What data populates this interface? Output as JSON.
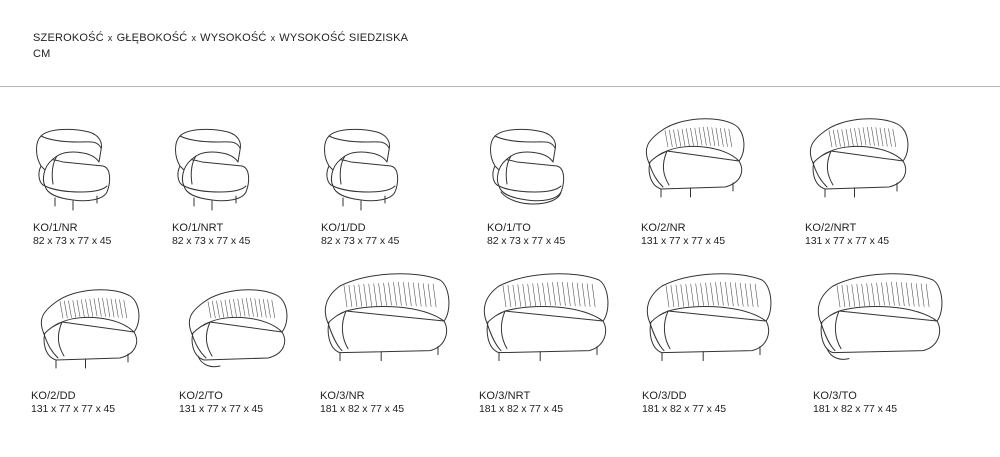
{
  "header": {
    "dims": [
      "SZEROKOŚĆ",
      "GŁĘBOKOŚĆ",
      "WYSOKOŚĆ",
      "WYSOKOŚĆ SIEDZISKA"
    ],
    "separator": "x",
    "unit": "CM"
  },
  "products": [
    {
      "code": "KO/1/NR",
      "dims": "82 x 73 x 77 x 45",
      "seats": 1,
      "base": "legs"
    },
    {
      "code": "KO/1/NRT",
      "dims": "82 x 73 x 77 x 45",
      "seats": 1,
      "base": "legs"
    },
    {
      "code": "KO/1/DD",
      "dims": "82 x 73 x 77 x 45",
      "seats": 1,
      "base": "legs"
    },
    {
      "code": "KO/1/TO",
      "dims": "82 x 73 x 77 x 45",
      "seats": 1,
      "base": "plinth"
    },
    {
      "code": "KO/2/NR",
      "dims": "131 x 77 x 77 x 45",
      "seats": 2,
      "base": "legs"
    },
    {
      "code": "KO/2/NRT",
      "dims": "131 x 77 x 77 x 45",
      "seats": 2,
      "base": "legs"
    },
    {
      "code": "KO/2/DD",
      "dims": "131 x 77 x 77 x 45",
      "seats": 2,
      "base": "legs"
    },
    {
      "code": "KO/2/TO",
      "dims": "131 x 77 x 77 x 45",
      "seats": 2,
      "base": "plinth"
    },
    {
      "code": "KO/3/NR",
      "dims": "181 x 82 x 77 x 45",
      "seats": 3,
      "base": "legs"
    },
    {
      "code": "KO/3/NRT",
      "dims": "181 x 82 x 77 x 45",
      "seats": 3,
      "base": "legs"
    },
    {
      "code": "KO/3/DD",
      "dims": "181 x 82 x 77 x 45",
      "seats": 3,
      "base": "legs"
    },
    {
      "code": "KO/3/TO",
      "dims": "181 x 82 x 77 x 45",
      "seats": 3,
      "base": "plinth"
    }
  ]
}
